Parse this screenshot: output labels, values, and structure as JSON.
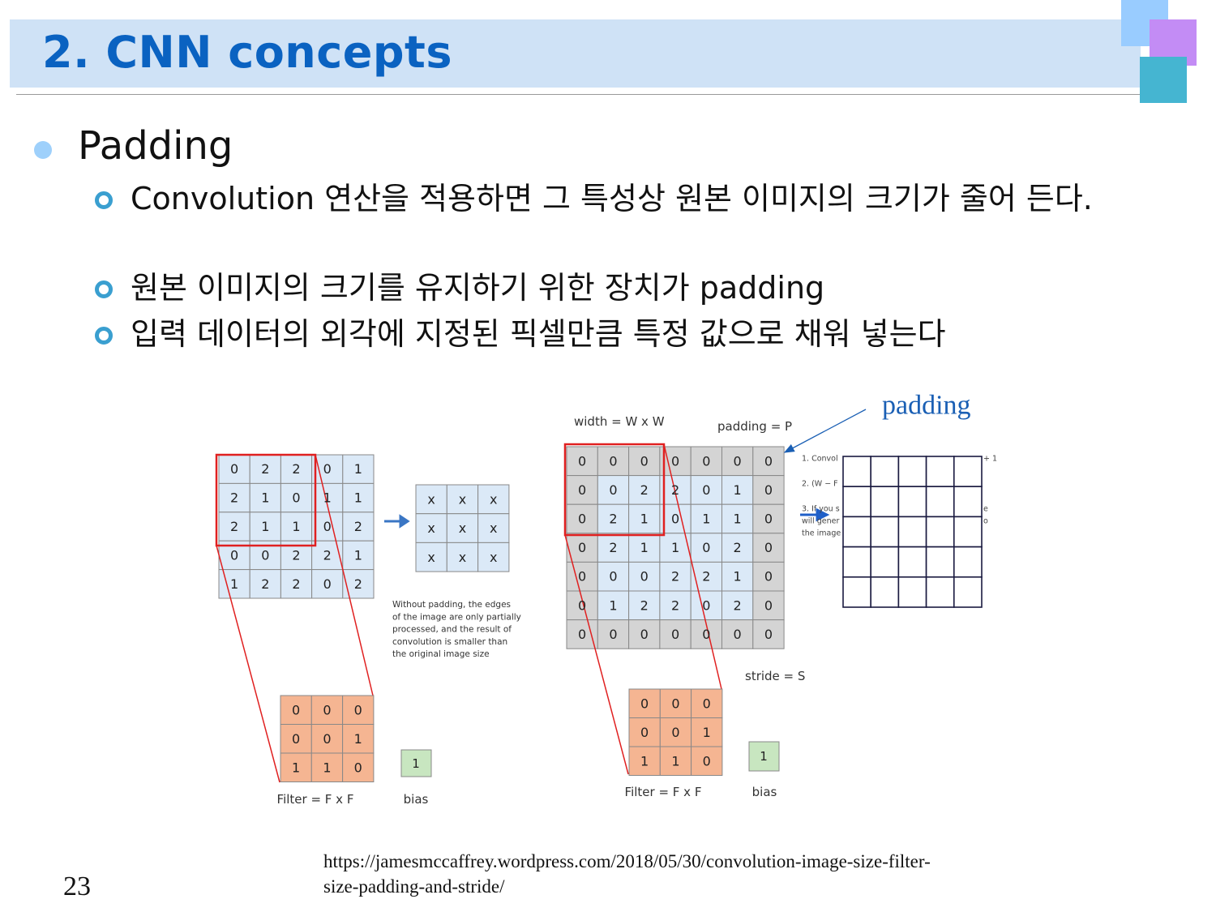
{
  "title": "2. CNN concepts",
  "heading": "Padding",
  "bullets": [
    "Convolution 연산을 적용하면 그 특성상 원본 이미지의 크기가 줄어 든다.",
    "원본 이미지의 크기를 유지하기 위한 장치가 padding",
    "입력 데이터의 외각에 지정된 픽셀만큼 특정 값으로 채워 넣는다"
  ],
  "left_diagram": {
    "input": [
      [
        0,
        2,
        2,
        0,
        1
      ],
      [
        2,
        1,
        0,
        1,
        1
      ],
      [
        2,
        1,
        1,
        0,
        2
      ],
      [
        0,
        0,
        2,
        2,
        1
      ],
      [
        1,
        2,
        2,
        0,
        2
      ]
    ],
    "output": [
      [
        "x",
        "x",
        "x"
      ],
      [
        "x",
        "x",
        "x"
      ],
      [
        "x",
        "x",
        "x"
      ]
    ],
    "filter": [
      [
        0,
        0,
        0
      ],
      [
        0,
        0,
        1
      ],
      [
        1,
        1,
        0
      ]
    ],
    "bias": "1",
    "filter_label": "Filter = F x F",
    "bias_label": "bias",
    "note": [
      "Without padding, the edges",
      "of the image are only partially",
      "processed, and the result of",
      "convolution is smaller than",
      "the original image size"
    ]
  },
  "right_diagram": {
    "width_label": "width = W x W",
    "padding_label": "padding = P",
    "stride_label": "stride = S",
    "padded_input": [
      [
        0,
        0,
        0,
        0,
        0,
        0,
        0
      ],
      [
        0,
        0,
        2,
        2,
        0,
        1,
        0
      ],
      [
        0,
        2,
        1,
        0,
        1,
        1,
        0
      ],
      [
        0,
        2,
        1,
        1,
        0,
        2,
        0
      ],
      [
        0,
        0,
        0,
        2,
        2,
        1,
        0
      ],
      [
        0,
        1,
        2,
        2,
        0,
        2,
        0
      ],
      [
        0,
        0,
        0,
        0,
        0,
        0,
        0
      ]
    ],
    "filter": [
      [
        0,
        0,
        0
      ],
      [
        0,
        0,
        1
      ],
      [
        1,
        1,
        0
      ]
    ],
    "bias": "1",
    "filter_label": "Filter = F x F",
    "bias_label": "bias",
    "side_text": [
      "1. Convol",
      "2. (W − F",
      "3. If you s",
      "will gener",
      "the image"
    ],
    "side_text_right": [
      "+ 1",
      "",
      "e",
      "o",
      ""
    ]
  },
  "annotation": "padding",
  "source": "https://jamesmccaffrey.wordpress.com/2018/05/30/convolution-image-size-filter-size-padding-and-stride/",
  "page_number": "23",
  "colors": {
    "title": "#0a62c1",
    "title_bar": "#cfe2f6",
    "input_cell": "#dbe9f7",
    "pad_cell": "#d4d4d4",
    "filter_cell": "#f5b592",
    "bias_cell": "#c8e6c0",
    "highlight": "#e02020",
    "arrow": "#3a76c4",
    "annotation": "#1a5fb4"
  }
}
